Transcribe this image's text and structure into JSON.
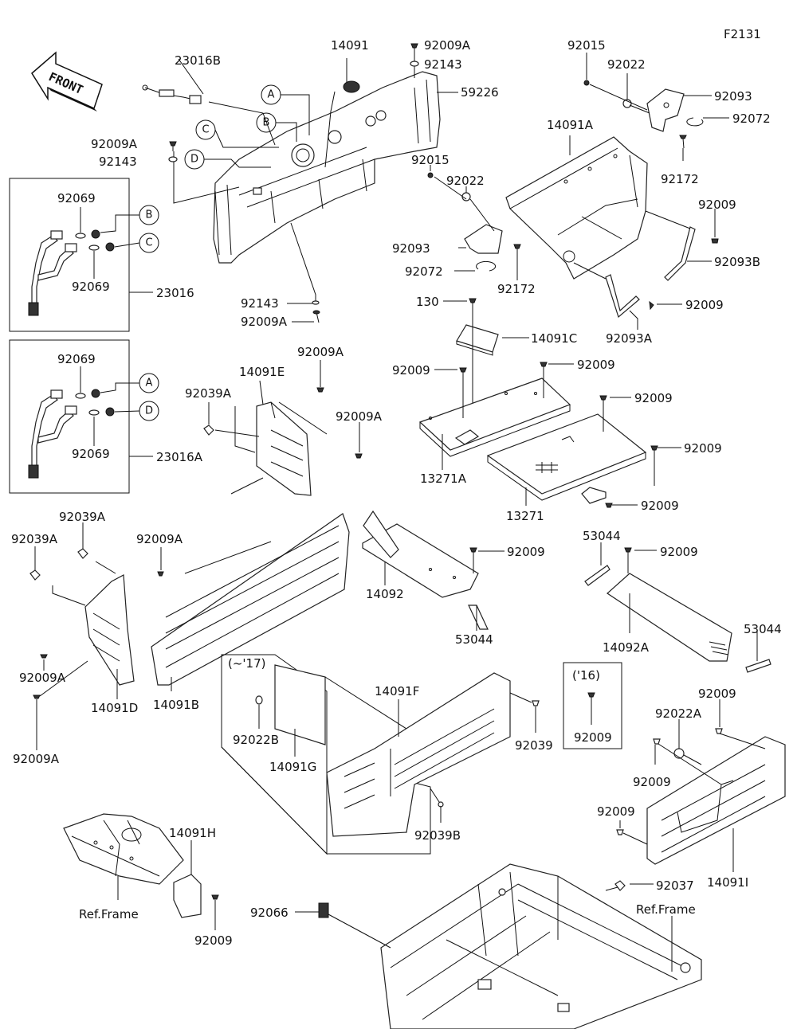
{
  "diagram_code": "F2131",
  "front_arrow_label": "FRONT",
  "callouts": {
    "A": "A",
    "B": "B",
    "C": "C",
    "D": "D"
  },
  "labels": {
    "p23016B": "23016B",
    "p14091_top": "14091",
    "p92009A_top": "92009A",
    "p92143_top": "92143",
    "p59226": "59226",
    "p92015_a": "92015",
    "p92022_a": "92022",
    "p92093_a": "92093",
    "p92072_a": "92072",
    "p14091A": "14091A",
    "p92172_a": "92172",
    "p92009A_l1": "92009A",
    "p92143_l1": "92143",
    "p92069_1": "92069",
    "p92069_2": "92069",
    "p23016": "23016",
    "p92069_3": "92069",
    "p92069_4": "92069",
    "p23016A": "23016A",
    "p92015_b": "92015",
    "p92022_b": "92022",
    "p92093_b": "92093",
    "p92072_b": "92072",
    "p92172_b": "92172",
    "p92009_r1": "92009",
    "p92093B": "92093B",
    "p92009_r2": "92009",
    "p92093A": "92093A",
    "p92143_mid": "92143",
    "p92009A_mid": "92009A",
    "p130": "130",
    "p14091C": "14091C",
    "p92009A_e": "92009A",
    "p14091E": "14091E",
    "p92039A_e": "92039A",
    "p92009A_e2": "92009A",
    "p92009_c1": "92009",
    "p92009_c2": "92009",
    "p92009_c3": "92009",
    "p92009_c4": "92009",
    "p13271A": "13271A",
    "p13271": "13271",
    "p92009_c5": "92009",
    "p92039A_l": "92039A",
    "p92039A_l2": "92039A",
    "p92009A_l3": "92009A",
    "p92009A_l4": "92009A",
    "p14091D": "14091D",
    "p14091B": "14091B",
    "p92009A_l5": "92009A",
    "p14092": "14092",
    "p92009_d1": "92009",
    "p53044_a": "53044",
    "p53044_b": "53044",
    "p92009_d2": "92009",
    "p14092A": "14092A",
    "p53044_c": "53044",
    "p17_note": "(~'17)",
    "p16_note": "('16)",
    "p92009_16": "92009",
    "p14091F": "14091F",
    "p92039": "92039",
    "p92022B": "92022B",
    "p14091G": "14091G",
    "p92039B": "92039B",
    "p92009_s1": "92009",
    "p92022A": "92022A",
    "p92009_s2": "92009",
    "p92009_s3": "92009",
    "p14091I": "14091I",
    "p14091H": "14091H",
    "p92009_h": "92009",
    "p_ref_frame_l": "Ref.Frame",
    "p92037": "92037",
    "p92066": "92066",
    "p_ref_frame_r": "Ref.Frame"
  }
}
